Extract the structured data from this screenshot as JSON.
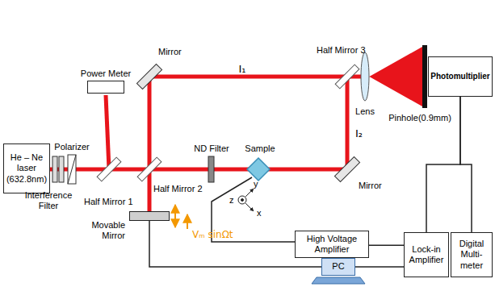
{
  "diagram": {
    "nodes": [
      {
        "text": [
          "He – Ne laser (632.8nm)"
        ]
      },
      {
        "text": [
          "Power Meter"
        ]
      },
      {
        "text": [
          "Photomultiplier"
        ]
      },
      {
        "text": [
          "Movable Mirror"
        ]
      },
      {
        "text": [
          "High Voltage Amplifier"
        ]
      },
      {
        "text": [
          "Lock-in Amplifier"
        ]
      },
      {
        "text": [
          "Digital Multi-meter"
        ]
      },
      {
        "text": [
          "PC"
        ]
      }
    ],
    "edges": [
      {
        "from": 2,
        "to": 5,
        "arrow": "none"
      },
      {
        "from": 2,
        "to": 6,
        "arrow": "none"
      },
      {
        "from": 4,
        "to": 5,
        "arrow": "none"
      },
      {
        "from": 5,
        "to": 7,
        "arrow": "none"
      },
      {
        "from": 7,
        "to": 3,
        "arrow": "none"
      }
    ],
    "labels": [
      "Interference Filter",
      "Polarizer",
      "Half Mirror 1",
      "Half Mirror 2",
      "Mirror",
      "I₁",
      "Half Mirror 3",
      "ND Filter",
      "Sample",
      "Mirror",
      "I₂",
      "Lens",
      "Pinhole(0.9mm)",
      "z",
      "y",
      "x",
      "Vₘ sinΩt"
    ]
  }
}
